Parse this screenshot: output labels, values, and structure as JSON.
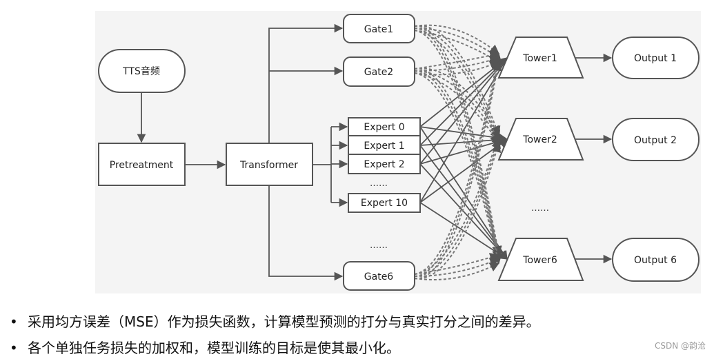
{
  "diagram": {
    "nodes": {
      "tts": "TTS音频",
      "pretreatment": "Pretreatment",
      "transformer": "Transformer",
      "gate1": "Gate1",
      "gate2": "Gate2",
      "gate6": "Gate6",
      "expert0": "Expert 0",
      "expert1": "Expert 1",
      "expert2": "Expert 2",
      "expert10": "Expert 10",
      "tower1": "Tower1",
      "tower2": "Tower2",
      "tower6": "Tower6",
      "output1": "Output 1",
      "output2": "Output 2",
      "output6": "Output 6"
    },
    "ellipsis_experts": "……",
    "ellipsis_gates": "……",
    "ellipsis_towers": "……"
  },
  "bullets": [
    "采用均方误差（MSE）作为损失函数，计算模型预测的打分与真实打分之间的差异。",
    "各个单独任务损失的加权和，模型训练的目标是使其最小化。"
  ],
  "bullet_symbol": "•",
  "watermark": "CSDN @韵沧"
}
